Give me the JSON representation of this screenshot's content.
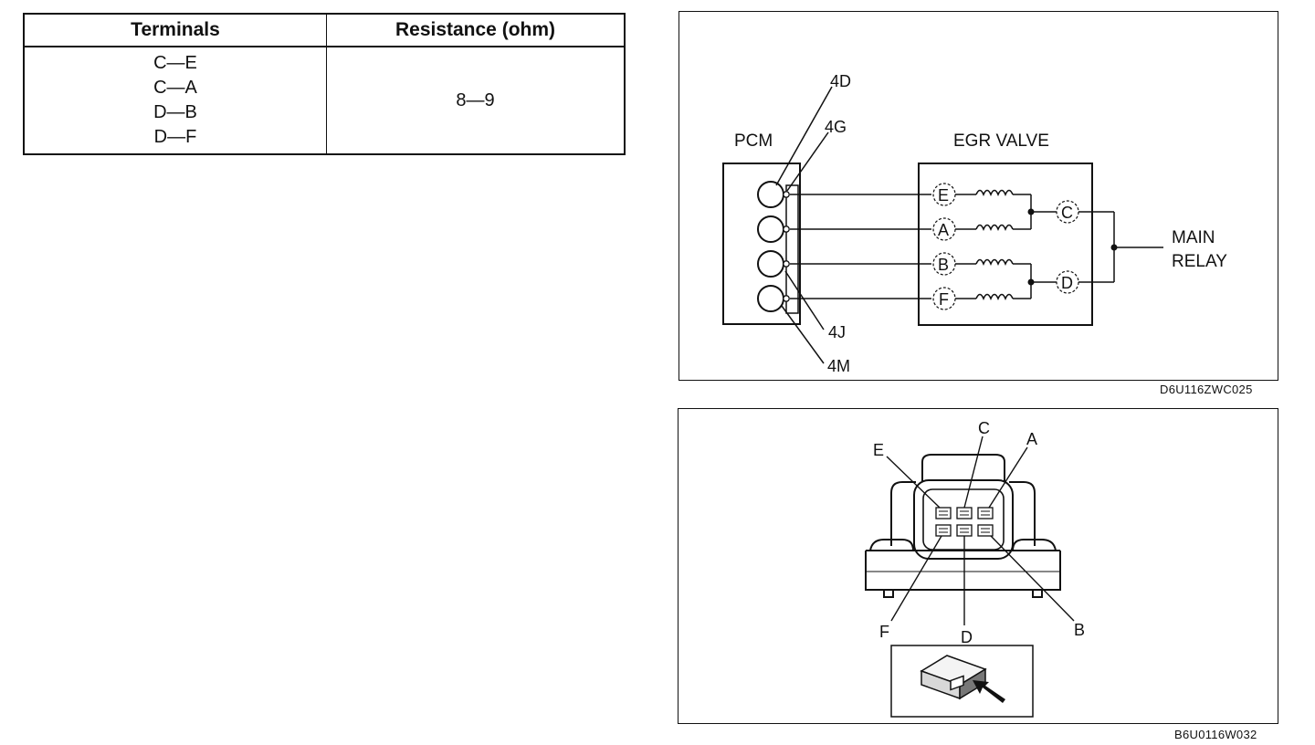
{
  "table": {
    "headers": [
      "Terminals",
      "Resistance (ohm)"
    ],
    "terminal_pairs": [
      "C—E",
      "C—A",
      "D—B",
      "D—F"
    ],
    "resistance": "8—9"
  },
  "wiring_diagram": {
    "pcm_label": "PCM",
    "egr_label": "EGR VALVE",
    "relay_line1": "MAIN",
    "relay_line2": "RELAY",
    "pcm_pins": [
      "4D",
      "4G",
      "4J",
      "4M"
    ],
    "egr_terminals": [
      "E",
      "A",
      "B",
      "F",
      "C",
      "D"
    ],
    "figure_code": "D6U116ZWC025"
  },
  "connector_view": {
    "labels": [
      "E",
      "C",
      "A",
      "F",
      "D",
      "B"
    ],
    "figure_code": "B6U0116W032"
  }
}
